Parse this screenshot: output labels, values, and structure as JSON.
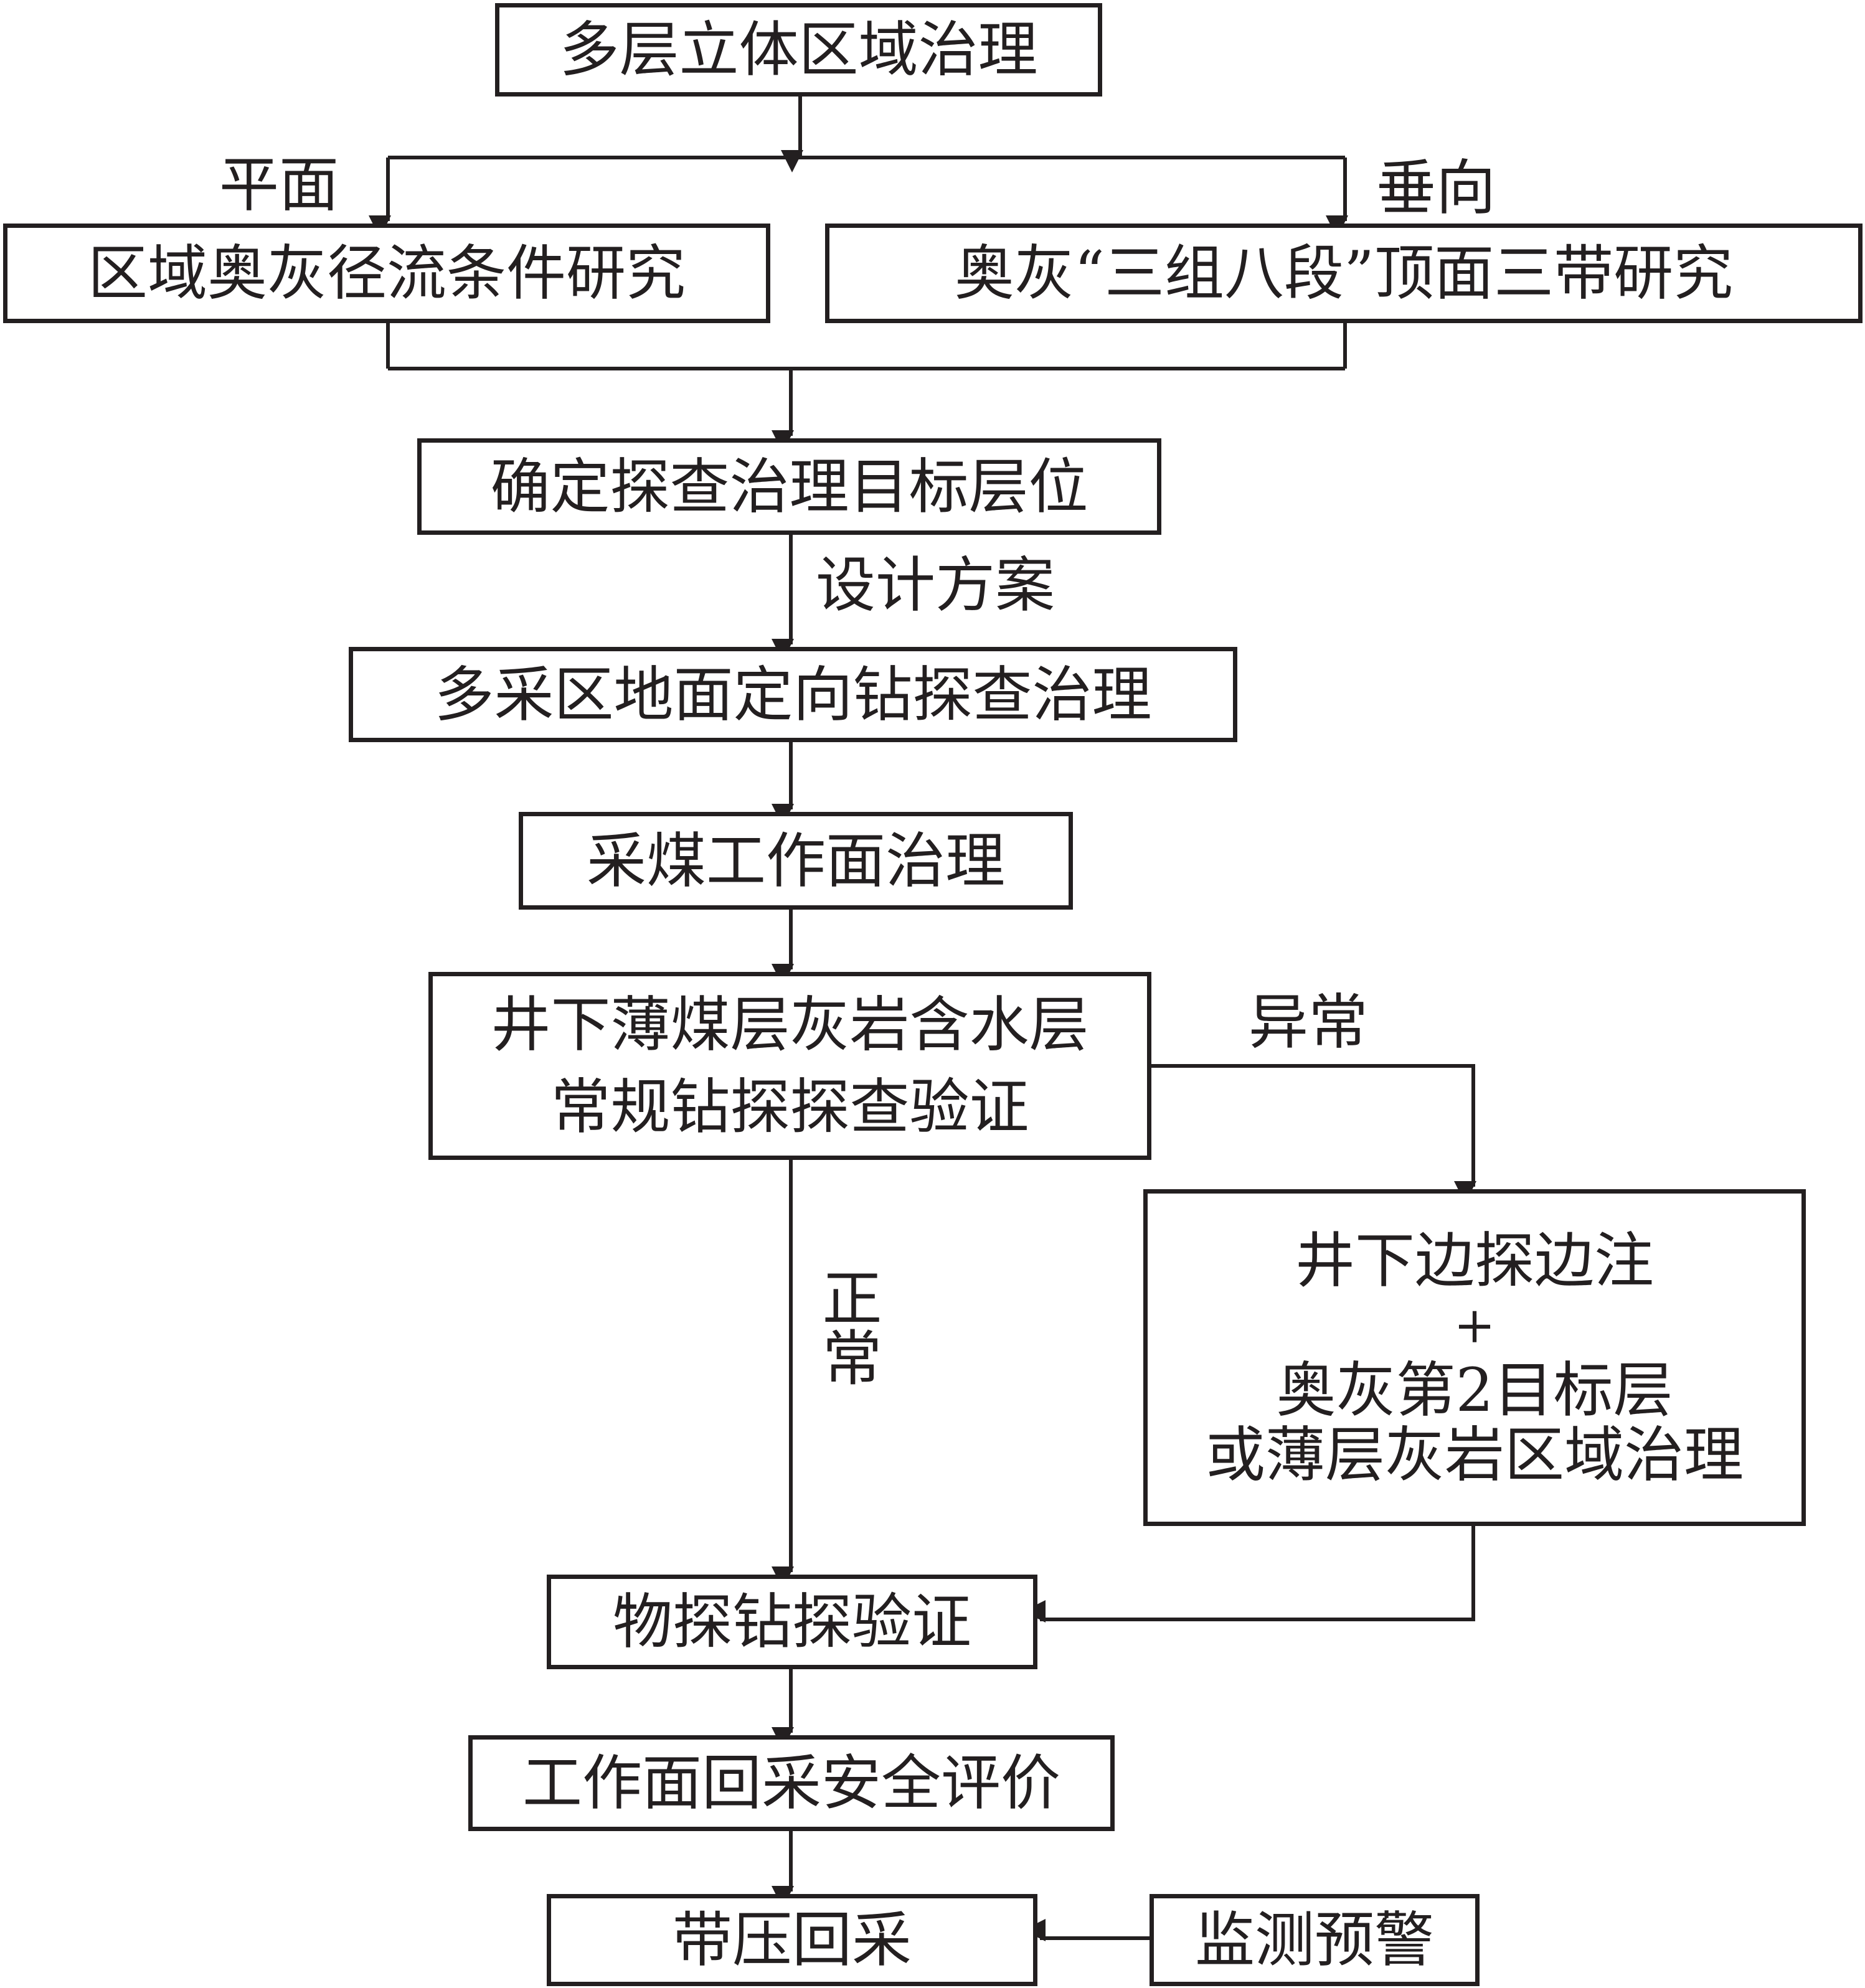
{
  "nodes": {
    "n1": "多层立体区域治理",
    "n2a": "区域奥灰径流条件研究",
    "n2b": "奥灰“三组八段”顶面三带研究",
    "n3": "确定探查治理目标层位",
    "n4": "多采区地面定向钻探查治理",
    "n5": "采煤工作面治理",
    "n6": [
      "井下薄煤层灰岩含水层",
      "常规钻探探查验证"
    ],
    "n7": [
      "井下边探边注",
      "+",
      "奥灰第2目标层",
      "或薄层灰岩区域治理"
    ],
    "n8": "物探钻探验证",
    "n9": "工作面回采安全评价",
    "n10": "带压回采",
    "n11": "监测预警"
  },
  "edge_labels": {
    "plane": "平面",
    "vertical": "垂向",
    "design": "设计方案",
    "abnormal": "异常",
    "normal": "正常"
  }
}
